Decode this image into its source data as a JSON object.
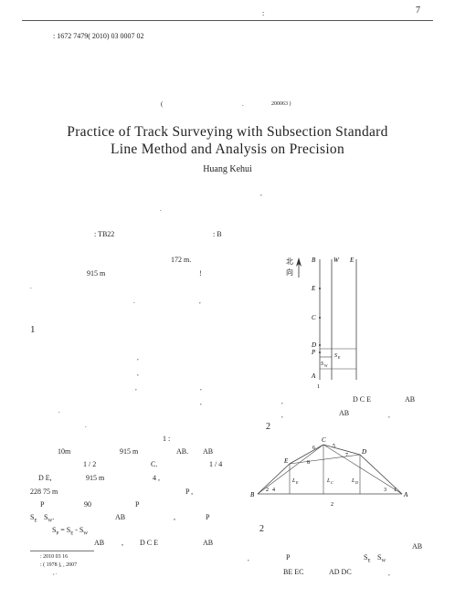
{
  "header": {
    "dot": ":",
    "page_number": "7"
  },
  "article_no": ":  1672    7479( 2010) 03    0007    02",
  "affiliation": {
    "paren_open": "(",
    "dot": ".",
    "code": "200063 )"
  },
  "title": {
    "line1": "Practice of Track Surveying with Subsection Standard",
    "line2": "Line Method and Analysis on Precision"
  },
  "author": "Huang Kehui",
  "abstract_marks": {
    "comma": ",",
    "dot": "."
  },
  "classification": {
    "clc": ":   TB22",
    "doc_code": ":   B"
  },
  "intro": {
    "val_172": "172 m.",
    "val_915": "915 m",
    "bang": "!",
    "dot_a": ".",
    "dot_b": ".",
    "comma_a": ","
  },
  "section1": "1",
  "body_left": {
    "comma1": ",",
    "comma2": ",",
    "comma3": ",",
    "comma4": ",",
    "comma5": ",",
    "dot1": ".",
    "dot2": ".",
    "fig1_ref": "1    :",
    "l10_a": "10m",
    "l10_b": "915 m",
    "l10_c": "AB.",
    "l10_d": "AB",
    "l11_a": "1 / 2",
    "l11_b": "C.",
    "l11_c": "1 / 4",
    "l12_a": "D  E,",
    "l12_b": "915 m",
    "l12_c": "4   ,",
    "l13_a": "228   75 m",
    "l13_b": "P   ,",
    "l14_a": "P",
    "l14_b": "90",
    "l14_c": "P",
    "l15_a": "S",
    "l15_b": "S",
    "l15_c": "AB",
    "l15_d": ",",
    "l15_e": "P",
    "formula": "S",
    "sec2": "2",
    "l17_a": "AB",
    "l17_b": ",",
    "l17_c": "D  C  E",
    "l17_d": "AB"
  },
  "footnote": {
    "received": ":  2010 03  16",
    "bio": ":       ( 1978   ),    ,  2007",
    "bio2": ",          ."
  },
  "body_right": {
    "r1_a": ",",
    "r1_b": "D   C   E",
    "r1_c": "AB",
    "r2_a": ",",
    "r2_b": "AB",
    "r2_c": ",",
    "fig2_ref": "2",
    "r3_a": "AB",
    "r4_a": ",",
    "r4_b": "P",
    "r4_c": "S",
    "r4_d": "S",
    "r5_a": "BE   EC",
    "r5_b": "AD   DC",
    "r5_c": ","
  },
  "figure1": {
    "caption": "1",
    "north_1": "北",
    "north_2": "向",
    "labels": {
      "B": "B",
      "W": "W",
      "E": "E",
      "E2": "E",
      "C": "C",
      "D": "D",
      "P": "P",
      "A": "A",
      "SE": "S",
      "SE_sub": "E",
      "SW": "S",
      "SW_sub": "W"
    }
  },
  "figure2": {
    "caption": "2",
    "labels": {
      "C": "C",
      "D": "D",
      "E": "E",
      "B": "B",
      "A": "A",
      "n1": "1",
      "n2": "2",
      "n3": "3",
      "n4": "4",
      "n5": "5",
      "n6": "6",
      "n7": "7",
      "n8": "8",
      "LE": "L",
      "LE_sub": "E",
      "LC": "L",
      "LC_sub": "C",
      "LD": "L",
      "LD_sub": "D"
    }
  }
}
